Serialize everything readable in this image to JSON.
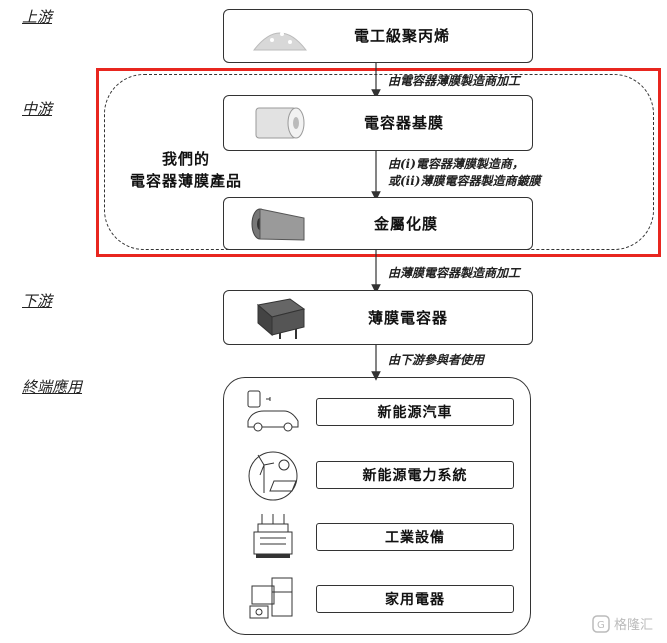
{
  "stages": {
    "upstream": "上游",
    "midstream": "中游",
    "downstream": "下游",
    "end_use": "終端應用"
  },
  "nodes": {
    "pp": "電工級聚丙烯",
    "base_film": "電容器基膜",
    "metallized": "金屬化膜",
    "film_cap": "薄膜電容器"
  },
  "notes": {
    "n1": "由電容器薄膜製造商加工",
    "n2a": "由(i)電容器薄膜製造商，",
    "n2b": "或(ii)薄膜電容器製造商鍍膜",
    "n3": "由薄膜電容器製造商加工",
    "n4": "由下游參與者使用"
  },
  "group_label": {
    "line1": "我們的",
    "line2": "電容器薄膜產品"
  },
  "end_uses": [
    {
      "label": "新能源汽車",
      "icon": "ev-car-icon"
    },
    {
      "label": "新能源電力系統",
      "icon": "wind-solar-icon"
    },
    {
      "label": "工業設備",
      "icon": "industrial-equipment-icon"
    },
    {
      "label": "家用電器",
      "icon": "home-appliance-icon"
    }
  ],
  "watermark": "格隆汇",
  "colors": {
    "highlight": "#e8261f",
    "border": "#333333"
  }
}
